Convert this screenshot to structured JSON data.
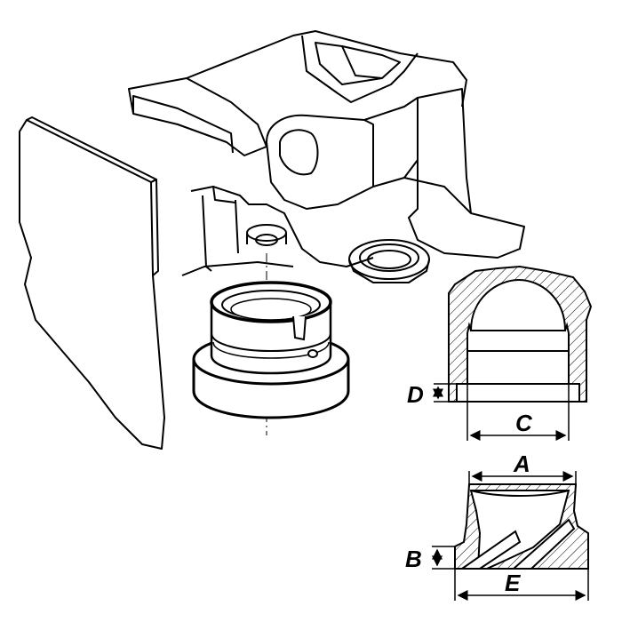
{
  "figure": {
    "labels": {
      "A": "A",
      "B": "B",
      "C": "C",
      "D": "D",
      "E": "E"
    },
    "colors": {
      "ink": "#000000",
      "paper": "#ffffff"
    }
  }
}
